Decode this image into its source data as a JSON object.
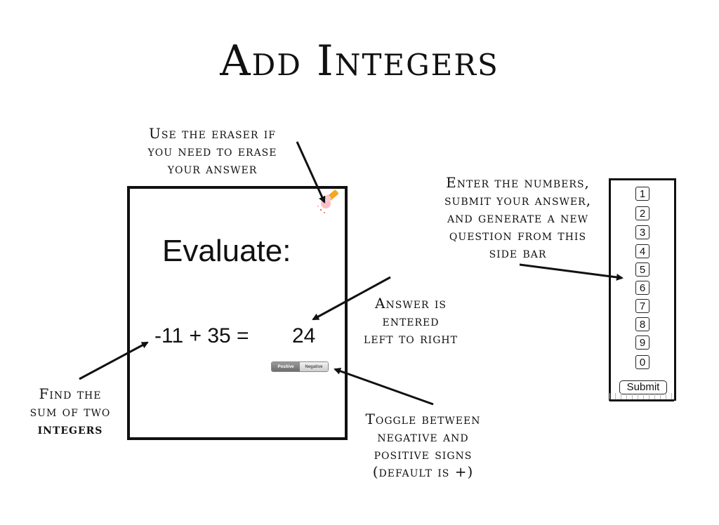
{
  "title": "Add Integers",
  "notes": {
    "eraser": [
      "Use the eraser if",
      "you need to erase",
      "your answer"
    ],
    "sidebar": [
      "Enter the numbers,",
      "submit your answer,",
      "and generate a new",
      "question from this",
      "side bar"
    ],
    "answer": [
      "Answer is",
      "entered",
      "left to right"
    ],
    "sum": [
      "Find the",
      "sum of two",
      "integers"
    ],
    "toggle": [
      "Toggle between",
      "negative and",
      "positive signs",
      "(default is +)"
    ]
  },
  "canvas": {
    "prompt": "Evaluate:",
    "equation": "-11 + 35 =",
    "answer": "24"
  },
  "toggle": {
    "positive_label": "Positive",
    "negative_label": "Negative",
    "selected": "Positive"
  },
  "sidebar": {
    "keys": [
      "1",
      "2",
      "3",
      "4",
      "5",
      "6",
      "7",
      "8",
      "9",
      "0"
    ],
    "submit_label": "Submit"
  },
  "icons": {
    "eraser": "eraser-icon"
  },
  "colors": {
    "eraser_orange": "#f5a623",
    "eraser_pink": "#f28b9a",
    "toggle_selected": "#7a7a7a"
  }
}
